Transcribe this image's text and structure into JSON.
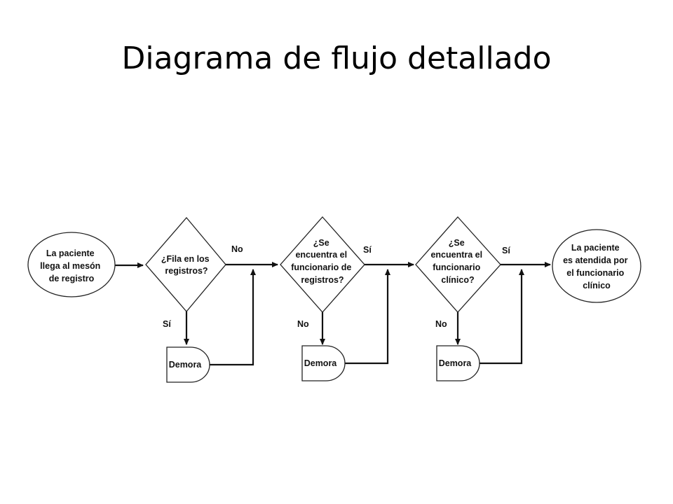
{
  "slide": {
    "title": "Diagrama de flujo detallado"
  },
  "diagram": {
    "start": [
      "La paciente",
      "llega al mesón",
      "de registro"
    ],
    "decision_1": [
      "¿Fila en los",
      "registros?"
    ],
    "decision_2": [
      "¿Se",
      "encuentra el",
      "funcionario de",
      "registros?"
    ],
    "decision_3": [
      "¿Se",
      "encuentra el",
      "funcionario",
      "clínico?"
    ],
    "end": [
      "La paciente",
      "es atendida por",
      "el funcionario",
      "clínico"
    ],
    "delay_1": "Demora",
    "delay_2": "Demora",
    "delay_3": "Demora",
    "label_d1_no": "No",
    "label_d1_yes": "Sí",
    "label_d2_yes": "Sí",
    "label_d2_no": "No",
    "label_d3_yes": "Sí",
    "label_d3_no": "No"
  }
}
